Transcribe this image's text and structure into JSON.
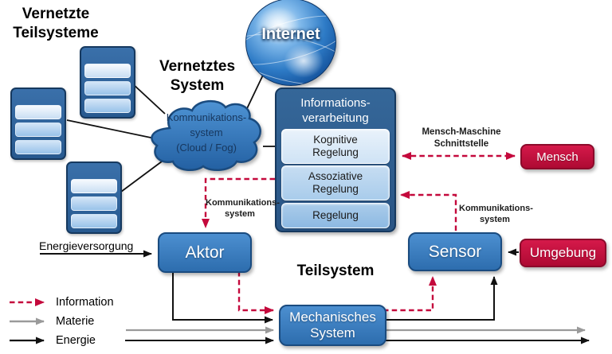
{
  "diagram": {
    "titles": {
      "networked_subsystems": [
        "Vernetzte",
        "Teilsysteme"
      ],
      "networked_system": [
        "Vernetztes",
        "System"
      ],
      "subsystem": "Teilsystem"
    },
    "internet": {
      "label": "Internet"
    },
    "cloud": {
      "lines": [
        "Kommunikations-",
        "system",
        "(Cloud / Fog)"
      ]
    },
    "information_processing": {
      "title": [
        "Informations-",
        "verarbeitung"
      ],
      "layers": [
        {
          "line1": "Kognitive",
          "line2": "Regelung"
        },
        {
          "line1": "Assoziative",
          "line2": "Regelung"
        },
        {
          "line1": "Regelung"
        }
      ]
    },
    "nodes": {
      "aktor": "Aktor",
      "sensor": "Sensor",
      "mechanical_system": [
        "Mechanisches",
        "System"
      ],
      "mensch": "Mensch",
      "umgebung": "Umgebung"
    },
    "edge_labels": {
      "hmi": [
        "Mensch-Maschine",
        "Schnittstelle"
      ],
      "comm_left": [
        "Kommunikations-",
        "system"
      ],
      "comm_right": [
        "Kommunikations-",
        "system"
      ],
      "energy_supply": "Energieversorgung"
    },
    "legend": [
      {
        "style": "dashed-red",
        "label": "Information"
      },
      {
        "style": "solid-gray",
        "label": "Materie"
      },
      {
        "style": "solid-black",
        "label": "Energie"
      }
    ],
    "colors": {
      "information_red": "#C4093C",
      "node_blue": "#2E75B6",
      "dark_blue": "#1F4E79",
      "actor_red": "#C30D3C",
      "materie_gray": "#9A9A9A"
    }
  }
}
